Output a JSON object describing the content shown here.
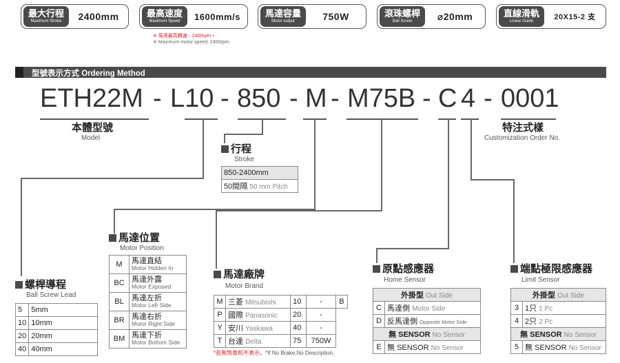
{
  "specs": [
    {
      "zh": "最大行程",
      "en": "Maximum Stroke",
      "value": "2400mm"
    },
    {
      "zh": "最高速度",
      "en": "Maximum Speed",
      "value": "1600mm/s"
    },
    {
      "zh": "馬達容量",
      "en": "Motor output",
      "value": "750W"
    },
    {
      "zh": "滾珠螺桿",
      "en": "Ball Screw",
      "value": "⌀20mm"
    },
    {
      "zh": "直線滑軌",
      "en": "Linear Guide",
      "value": "20X15-2 支"
    }
  ],
  "speed_note": {
    "zh": "※ 馬達最高轉速：2400rpm •",
    "en": "※ Maximum motor speed: 2400rpm."
  },
  "section_title": "型號表示方式 Ordering Method",
  "code": [
    "ETH22M",
    "-",
    "L10",
    "-",
    "850",
    "-",
    "M",
    "-",
    "M75B",
    "-",
    "C",
    "4",
    "-",
    "0001"
  ],
  "model": {
    "zh": "本體型號",
    "en": "Model"
  },
  "custom": {
    "zh": "特注式樣",
    "en": "Customization Order No."
  },
  "stroke": {
    "zh": "行程",
    "en": "Stroke",
    "range": "850-2400mm",
    "pitch_zh": "50間隔",
    "pitch_en": "50 mm Pitch"
  },
  "lead": {
    "zh": "螺桿導程",
    "en": "Ball Screw Lead",
    "rows": [
      {
        "code": "5",
        "val": "5mm"
      },
      {
        "code": "10",
        "val": "10mm"
      },
      {
        "code": "20",
        "val": "20mm"
      },
      {
        "code": "40",
        "val": "40mm"
      }
    ]
  },
  "position": {
    "zh": "馬達位置",
    "en": "Motor Position",
    "rows": [
      {
        "code": "M",
        "zh": "馬達直結",
        "en": "Motor Hidden In"
      },
      {
        "code": "BC",
        "zh": "馬達外露",
        "en": "Motor Exposed"
      },
      {
        "code": "BL",
        "zh": "馬達左折",
        "en": "Motor Left Side"
      },
      {
        "code": "BR",
        "zh": "馬達右折",
        "en": "Motor Right Side"
      },
      {
        "code": "BM",
        "zh": "馬達下折",
        "en": "Motor Bottom Side"
      }
    ]
  },
  "brand": {
    "zh": "馬達廠牌",
    "en": "Motor Brand",
    "rows": [
      {
        "code": "M",
        "zh": "三菱",
        "en": "Mitsubishi",
        "num": "10",
        "dash": "-",
        "extra": "B"
      },
      {
        "code": "P",
        "zh": "國際",
        "en": "Panasonic",
        "num": "20",
        "dash": "-",
        "extra": ""
      },
      {
        "code": "Y",
        "zh": "安川",
        "en": "Yaskawa",
        "num": "40",
        "dash": "-",
        "extra": ""
      },
      {
        "code": "T",
        "zh": "台達",
        "en": "Delta",
        "num": "75",
        "dash": "750W",
        "extra": ""
      }
    ],
    "note_zh": "*若無煞車則不表示。",
    "note_en": "*If No Brake,No Description."
  },
  "home": {
    "zh": "原點感應器",
    "en": "Home Sensor",
    "head_zh": "外掛型",
    "head_en": "Out Side",
    "rows": [
      {
        "code": "C",
        "zh": "馬達側",
        "en": "Motor Side"
      },
      {
        "code": "D",
        "zh": "反馬達側",
        "en": "Opposite Motor Side"
      }
    ],
    "none_zh": "無 SENSOR",
    "none_en": "No Sensor",
    "e_code": "E",
    "e_zh": "無",
    "e_mid": "SENSOR",
    "e_en": "No Sensor"
  },
  "limit": {
    "zh": "端點極限感應器",
    "en": "Limit Sensor",
    "head_zh": "外掛型",
    "head_en": "Out Side",
    "rows": [
      {
        "code": "3",
        "zh": "1只",
        "en": "1 Pc"
      },
      {
        "code": "4",
        "zh": "2只",
        "en": "2 Pc"
      }
    ],
    "none_zh": "無 SENSOR",
    "none_en": "No Sensor",
    "e_code": "5",
    "e_zh": "無",
    "e_mid": "SENSOR",
    "e_en": "No Sensor"
  }
}
